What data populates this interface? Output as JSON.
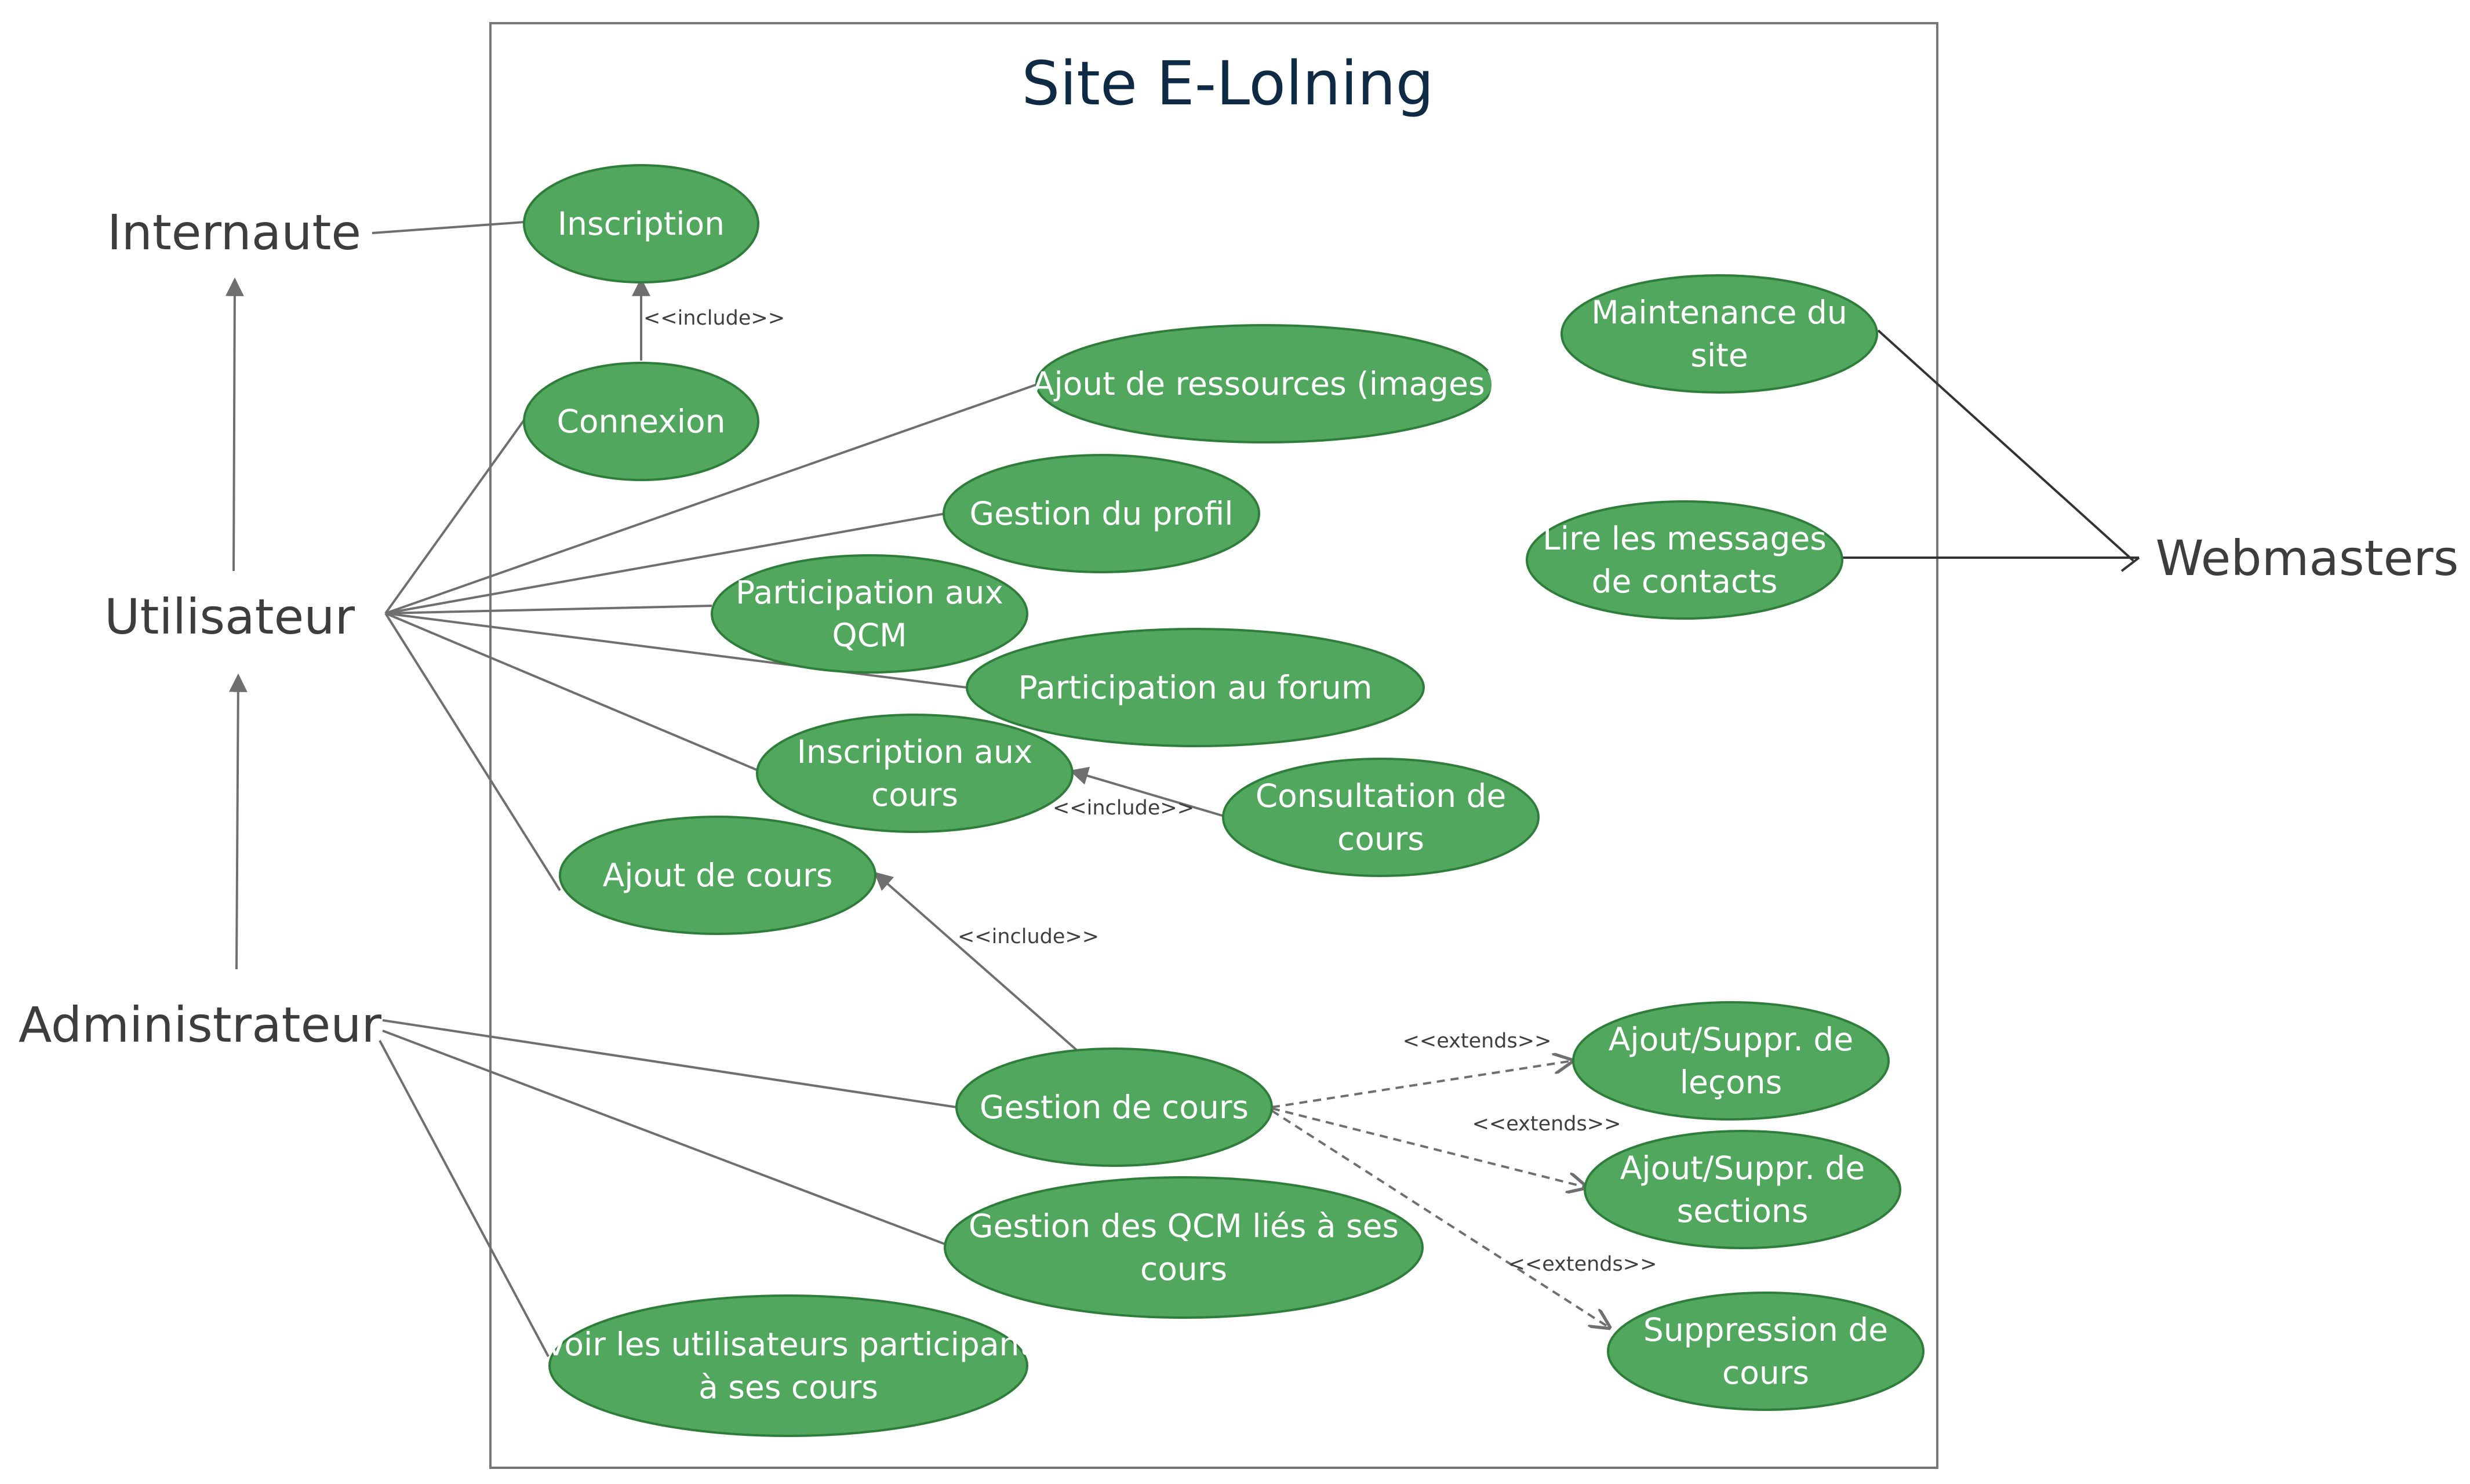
{
  "diagram": {
    "system_title": "Site E-Lolning",
    "actors": {
      "internaute": "Internaute",
      "utilisateur": "Utilisateur",
      "administrateur": "Administrateur",
      "webmasters": "Webmasters"
    },
    "use_cases": {
      "inscription": [
        "Inscription"
      ],
      "connexion": [
        "Connexion"
      ],
      "ajout_ressources": [
        "Ajout de ressources (images)"
      ],
      "gestion_profil": [
        "Gestion du profil"
      ],
      "participation_qcm": [
        "Participation aux",
        "QCM"
      ],
      "participation_forum": [
        "Participation au forum"
      ],
      "inscription_cours": [
        "Inscription aux",
        "cours"
      ],
      "consultation_cours": [
        "Consultation de",
        "cours"
      ],
      "ajout_cours": [
        "Ajout de cours"
      ],
      "gestion_cours": [
        "Gestion de cours"
      ],
      "gestion_qcm": [
        "Gestion des QCM liés à ses",
        "cours"
      ],
      "voir_utilisateurs": [
        "Voir les utilisateurs participant",
        "à ses cours"
      ],
      "ajout_lecons": [
        "Ajout/Suppr. de",
        "leçons"
      ],
      "ajout_sections": [
        "Ajout/Suppr. de",
        "sections"
      ],
      "suppression_cours": [
        "Suppression de",
        "cours"
      ],
      "maintenance": [
        "Maintenance du",
        "site"
      ],
      "lire_messages": [
        "Lire les messages",
        "de contacts"
      ]
    },
    "stereotypes": {
      "include_connexion": "<<include>>",
      "include_consultation": "<<include>>",
      "include_gestion": "<<include>>",
      "extends_lecons": "<<extends>>",
      "extends_sections": "<<extends>>",
      "extends_suppression": "<<extends>>"
    },
    "colors": {
      "use_case_fill": "#52a75f",
      "use_case_stroke": "#2f7d3a",
      "line": "#6f6f6f",
      "title": "#0f2a44"
    }
  }
}
